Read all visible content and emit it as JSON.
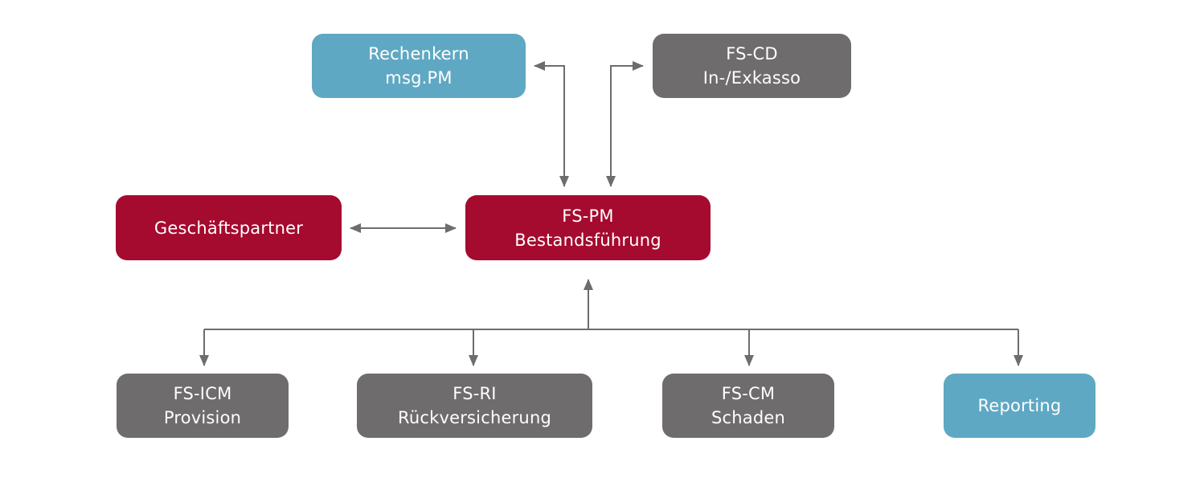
{
  "nodes": {
    "rechenkern": {
      "line1": "Rechenkern",
      "line2": "msg.PM",
      "color": "#5fa8c3"
    },
    "fs_cd": {
      "line1": "FS-CD",
      "line2": "In-/Exkasso",
      "color": "#6e6c6c"
    },
    "geschaeftspartner": {
      "line1": "Geschäftspartner",
      "color": "#a50a2f"
    },
    "fs_pm": {
      "line1": "FS-PM",
      "line2": "Bestandsführung",
      "color": "#a50a2f"
    },
    "fs_icm": {
      "line1": "FS-ICM",
      "line2": "Provision",
      "color": "#6e6c6c"
    },
    "fs_ri": {
      "line1": "FS-RI",
      "line2": "Rückversicherung",
      "color": "#6e6c6c"
    },
    "fs_cm": {
      "line1": "FS-CM",
      "line2": "Schaden",
      "color": "#6e6c6c"
    },
    "reporting": {
      "line1": "Reporting",
      "color": "#5fa8c3"
    }
  },
  "edges": [
    {
      "from": "fs_pm",
      "to": "rechenkern",
      "direction": "bidirectional"
    },
    {
      "from": "fs_pm",
      "to": "fs_cd",
      "direction": "bidirectional"
    },
    {
      "from": "geschaeftspartner",
      "to": "fs_pm",
      "direction": "bidirectional"
    },
    {
      "from": "fs_icm",
      "to": "fs_pm",
      "direction": "bidirectional"
    },
    {
      "from": "fs_ri",
      "to": "fs_pm",
      "direction": "bidirectional"
    },
    {
      "from": "fs_cm",
      "to": "fs_pm",
      "direction": "bidirectional"
    },
    {
      "from": "reporting",
      "to": "fs_pm",
      "direction": "bidirectional"
    }
  ],
  "connector_color": "#6e6c6c"
}
